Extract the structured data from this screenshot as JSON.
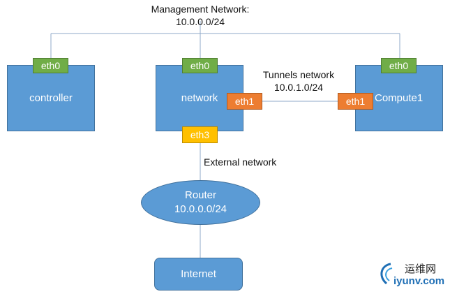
{
  "management": {
    "title": "Management Network:",
    "subnet": "10.0.0.0/24"
  },
  "tunnels": {
    "title": "Tunnels network",
    "subnet": "10.0.1.0/24"
  },
  "external": {
    "title": "External network"
  },
  "nodes": {
    "controller": {
      "label": "controller",
      "nic": "eth0"
    },
    "network": {
      "label": "network",
      "mgmt_nic": "eth0",
      "tunnel_nic": "eth1",
      "external_nic": "eth3"
    },
    "compute": {
      "label": "Compute1",
      "mgmt_nic": "eth0",
      "tunnel_nic": "eth1"
    }
  },
  "router": {
    "label": "Router",
    "subnet": "10.0.0.0/24"
  },
  "internet": {
    "label": "Internet"
  },
  "watermark": {
    "cn": "运维网",
    "en": "iyunv.com"
  },
  "colors": {
    "node_fill": "#5b9bd5",
    "nic_mgmt": "#70ad47",
    "nic_tunnel": "#ed7d31",
    "nic_external": "#ffc000",
    "line": "#8fa9c8"
  }
}
